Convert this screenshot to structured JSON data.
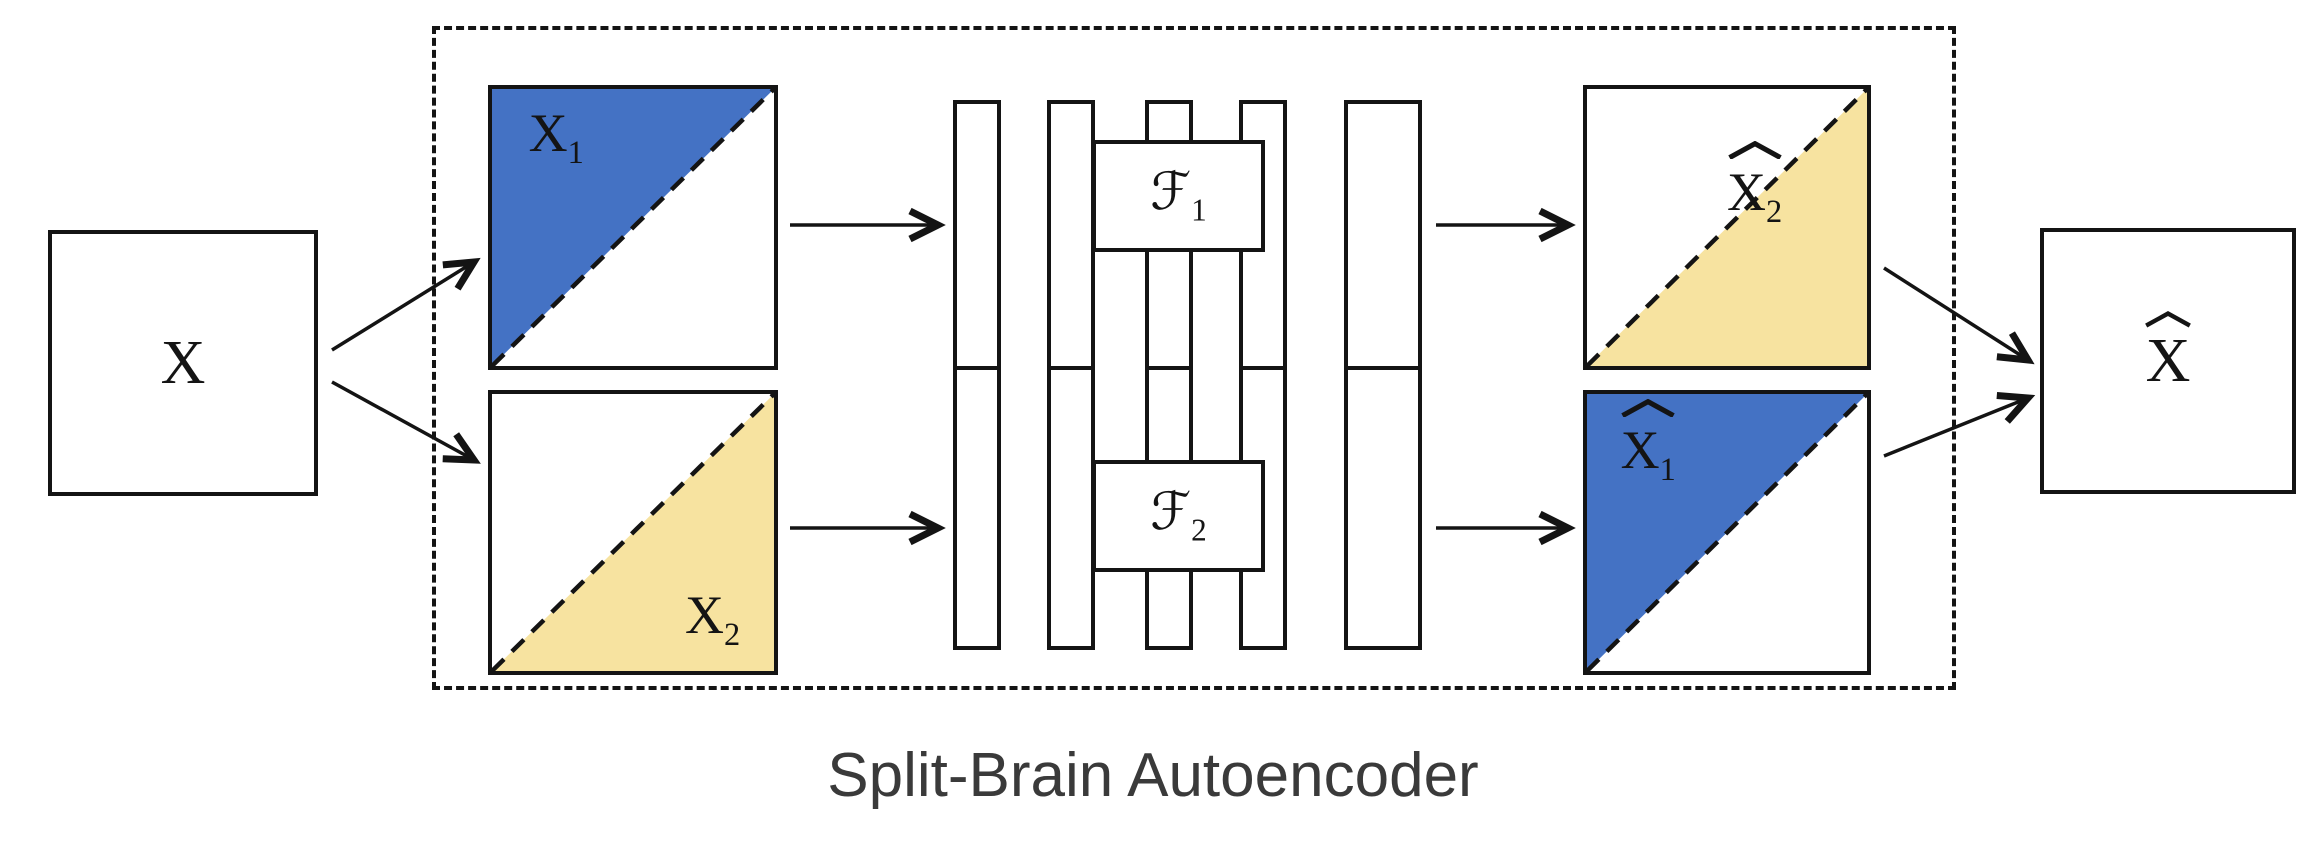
{
  "figure": {
    "caption": "Split-Brain Autoencoder",
    "input": {
      "label": "X"
    },
    "splits": {
      "x1": {
        "base": "X",
        "sub": "1"
      },
      "x2": {
        "base": "X",
        "sub": "2"
      }
    },
    "network": {
      "f1": {
        "base": "ℱ",
        "sub": "1"
      },
      "f2": {
        "base": "ℱ",
        "sub": "2"
      }
    },
    "predictions": {
      "xhat2": {
        "base": "X",
        "sub": "2"
      },
      "xhat1": {
        "base": "X",
        "sub": "1"
      }
    },
    "output": {
      "base": "X"
    },
    "colors": {
      "blue": "#4472c4",
      "yellow": "#f7e3a0",
      "line": "#141414"
    }
  }
}
